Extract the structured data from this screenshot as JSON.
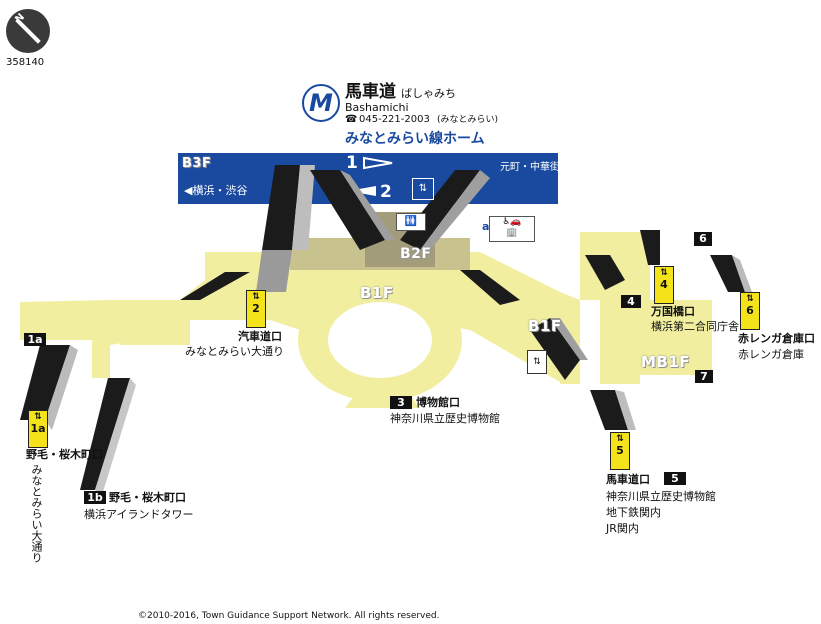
{
  "map_id": "358140",
  "compass": {
    "label": "N"
  },
  "station": {
    "logo_letter": "M",
    "name": "馬車道",
    "reading": "ばしゃみち",
    "romaji": "Bashamichi",
    "phone_icon": "☎",
    "phone": "045-221-2003",
    "phone_note": "(みなとみらい)"
  },
  "line_title": "みなとみらい線ホーム",
  "platform": {
    "floor": "B3F",
    "track1": "1",
    "track2": "2",
    "dir_east": "元町・中華街",
    "dir_west": "◀横浜・渋谷"
  },
  "levels": {
    "b2f": "B2F",
    "b1f_center": "B1F",
    "b1f_right": "B1F",
    "mb1f": "MB1F"
  },
  "facility_labels": {
    "a": "a"
  },
  "exits": {
    "e1a": {
      "tag": "1a",
      "box": "1a",
      "name": "野毛・桜木町口",
      "sub": "みなとみらい大通り"
    },
    "e1b": {
      "tag": "1b",
      "name": "野毛・桜木町口",
      "sub": "横浜アイランドタワー"
    },
    "e2": {
      "box": "2",
      "name": "汽車道口",
      "sub": "みなとみらい大通り"
    },
    "e3": {
      "tag": "3",
      "name": "博物館口",
      "sub": "神奈川県立歴史博物館"
    },
    "e4": {
      "tag": "4",
      "box": "4",
      "name": "万国橋口",
      "sub": "横浜第二合同庁舎"
    },
    "e5": {
      "tag": "5",
      "box": "5",
      "name": "馬車道口",
      "sub1": "神奈川県立歴史博物館",
      "sub2": "地下鉄関内",
      "sub3": "JR関内"
    },
    "e6": {
      "tag": "6",
      "box": "6",
      "name": "赤レンガ倉庫口",
      "sub": "赤レンガ倉庫"
    },
    "e7": {
      "tag": "7"
    }
  },
  "copyright": "©2010-2016, Town Guidance Support Network. All rights reserved.",
  "colors": {
    "platform": "#1a4aa0",
    "concourse": "#f1ef9f",
    "b2f": "#a09a78",
    "exit_box": "#f4e21b",
    "stairs": "#1b1b1b"
  }
}
